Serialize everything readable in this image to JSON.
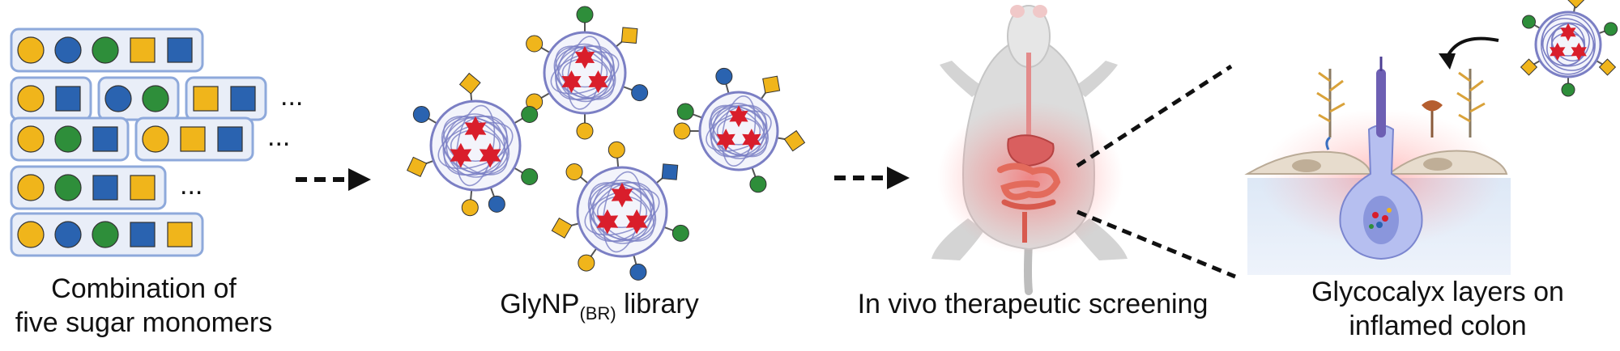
{
  "captions": {
    "monomers": [
      "Combination of",
      "five sugar monomers"
    ],
    "library": {
      "prefix": "GlyNP",
      "subscript": "(BR)",
      "suffix": " library"
    },
    "screening": "In vivo therapeutic screening",
    "glycocalyx": [
      "Glycocalyx layers on",
      "inflamed colon"
    ]
  },
  "ellipsis": "...",
  "colors": {
    "yellow": "#f0b51b",
    "blue": "#2a63b0",
    "green": "#2e8e3a",
    "box_outline": "#8ea9db",
    "box_fill": "#e9eef8",
    "star": "#d91e2b",
    "ring": "#7b7fc4",
    "mouse": "#d9d9d9",
    "inflammation": "#ff5a5a",
    "tissue": "#e3ecf8",
    "cell": "#e9e0d3"
  },
  "monomer_rows": [
    [
      "y-circle",
      "b-circle",
      "g-circle",
      "y-square",
      "b-square"
    ],
    [
      "y-circle",
      "b-square",
      "|",
      "b-circle",
      "g-circle",
      "|",
      "y-square",
      "b-square",
      "..."
    ],
    [
      "y-circle",
      "g-circle",
      "b-square",
      "|",
      "y-circle",
      "y-square",
      "b-square",
      "..."
    ],
    [
      "y-circle",
      "g-circle",
      "b-square",
      "y-square",
      "..."
    ],
    [
      "y-circle",
      "b-circle",
      "g-circle",
      "b-square",
      "y-square"
    ]
  ]
}
